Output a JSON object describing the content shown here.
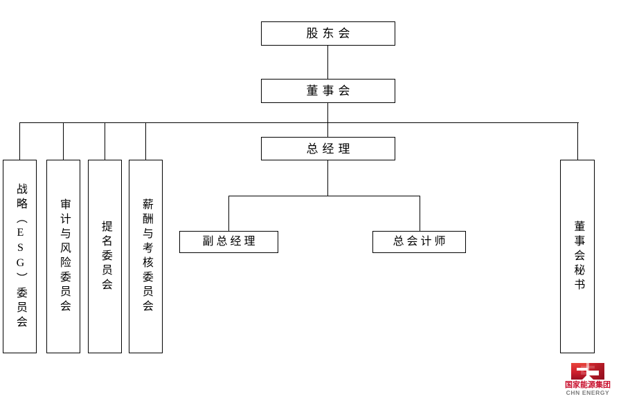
{
  "chart_data": {
    "type": "diagram",
    "diagram_type": "organizational-chart",
    "title": "",
    "orientation": "top-down",
    "nodes": [
      {
        "id": "shareholders",
        "label": "股东会",
        "level": 0,
        "text_direction": "horizontal"
      },
      {
        "id": "board",
        "label": "董事会",
        "level": 1,
        "text_direction": "horizontal"
      },
      {
        "id": "general-manager",
        "label": "总经理",
        "level": 2,
        "text_direction": "horizontal"
      },
      {
        "id": "strategy-esg",
        "label": "战略（ESG）委员会",
        "level": 2,
        "text_direction": "vertical"
      },
      {
        "id": "audit-risk",
        "label": "审计与风险委员会",
        "level": 2,
        "text_direction": "vertical"
      },
      {
        "id": "nomination",
        "label": "提名委员会",
        "level": 2,
        "text_direction": "vertical"
      },
      {
        "id": "remuneration",
        "label": "薪酬与考核委员会",
        "level": 2,
        "text_direction": "vertical"
      },
      {
        "id": "board-secretary",
        "label": "董事会秘书",
        "level": 2,
        "text_direction": "vertical"
      },
      {
        "id": "deputy-gm",
        "label": "副总经理",
        "level": 3,
        "text_direction": "horizontal"
      },
      {
        "id": "chief-accountant",
        "label": "总会计师",
        "level": 3,
        "text_direction": "horizontal"
      }
    ],
    "edges": [
      {
        "from": "shareholders",
        "to": "board"
      },
      {
        "from": "board",
        "to": "general-manager"
      },
      {
        "from": "board",
        "to": "strategy-esg"
      },
      {
        "from": "board",
        "to": "audit-risk"
      },
      {
        "from": "board",
        "to": "nomination"
      },
      {
        "from": "board",
        "to": "remuneration"
      },
      {
        "from": "board",
        "to": "board-secretary"
      },
      {
        "from": "general-manager",
        "to": "deputy-gm"
      },
      {
        "from": "general-manager",
        "to": "chief-accountant"
      }
    ]
  },
  "nodes": {
    "shareholders": {
      "label": "股东会"
    },
    "board": {
      "label": "董事会"
    },
    "general_manager": {
      "label": "总经理"
    },
    "strategy_esg": {
      "label": "战略（ESG）委员会"
    },
    "audit_risk": {
      "label": "审计与风险委员会"
    },
    "nomination": {
      "label": "提名委员会"
    },
    "remuneration": {
      "label": "薪酬与考核委员会"
    },
    "board_secretary": {
      "label": "董事会秘书"
    },
    "deputy_gm": {
      "label": "副总经理"
    },
    "chief_accountant": {
      "label": "总会计师"
    }
  },
  "logo": {
    "name_cn": "国家能源集团",
    "name_en": "CHN ENERGY",
    "brand_red": "#c8102e",
    "mark_red_dark": "#a5112a",
    "mark_red_light": "#e8453c",
    "en_gray": "#7a7a7a"
  },
  "colors": {
    "line": "#000000",
    "box_border": "#000000",
    "box_fill": "#ffffff",
    "background": "#ffffff",
    "text": "#000000"
  }
}
